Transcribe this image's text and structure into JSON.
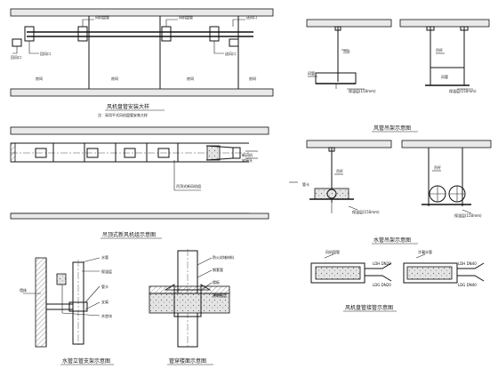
{
  "titles": {
    "fcu_plan": "风机盘管安装大样",
    "fcu_plan_note": "注：采用平式风机盘管安装大样",
    "cassette": "吊顶式新风机组示意图",
    "riser": "水管立管支架示意图",
    "penetration": "管穿楼面示意图",
    "duct_hanger": "风管吊架示意图",
    "pipe_hanger": "水管吊架示意图",
    "fcu_connect": "风机盘管接管示意图"
  },
  "labels": {
    "fcu_plan_callouts": [
      "风机盘管",
      "风机盘管",
      "回风口",
      "送风口",
      "回风口",
      "送风口"
    ],
    "fcu_plan_room": [
      "房间",
      "房间",
      "房间",
      "房间"
    ],
    "cassette_callouts": [
      "新风机",
      "软接头",
      "吊顶式新风机组"
    ],
    "duct_labels": [
      "风管",
      "吊杆",
      "保温层(150mm)",
      "保温层(150mm)",
      "风管",
      "吊杆"
    ],
    "pipe_labels": [
      "吊杆",
      "管卡",
      "保温层(150mm)",
      "吊杆",
      "保温层(150mm)"
    ],
    "riser_labels": [
      "水管",
      "保温层",
      "管卡",
      "支架",
      "墙体",
      "木垫块"
    ],
    "penetration_labels": [
      "防火封堵材料",
      "钢套管",
      "楼板",
      "建筑面层"
    ],
    "fcu_connect_labels": [
      "风机盘管",
      "LDH DN20",
      "LDG DN20",
      "LDH DN40",
      "LDG DN40",
      "冷凝水管"
    ]
  }
}
